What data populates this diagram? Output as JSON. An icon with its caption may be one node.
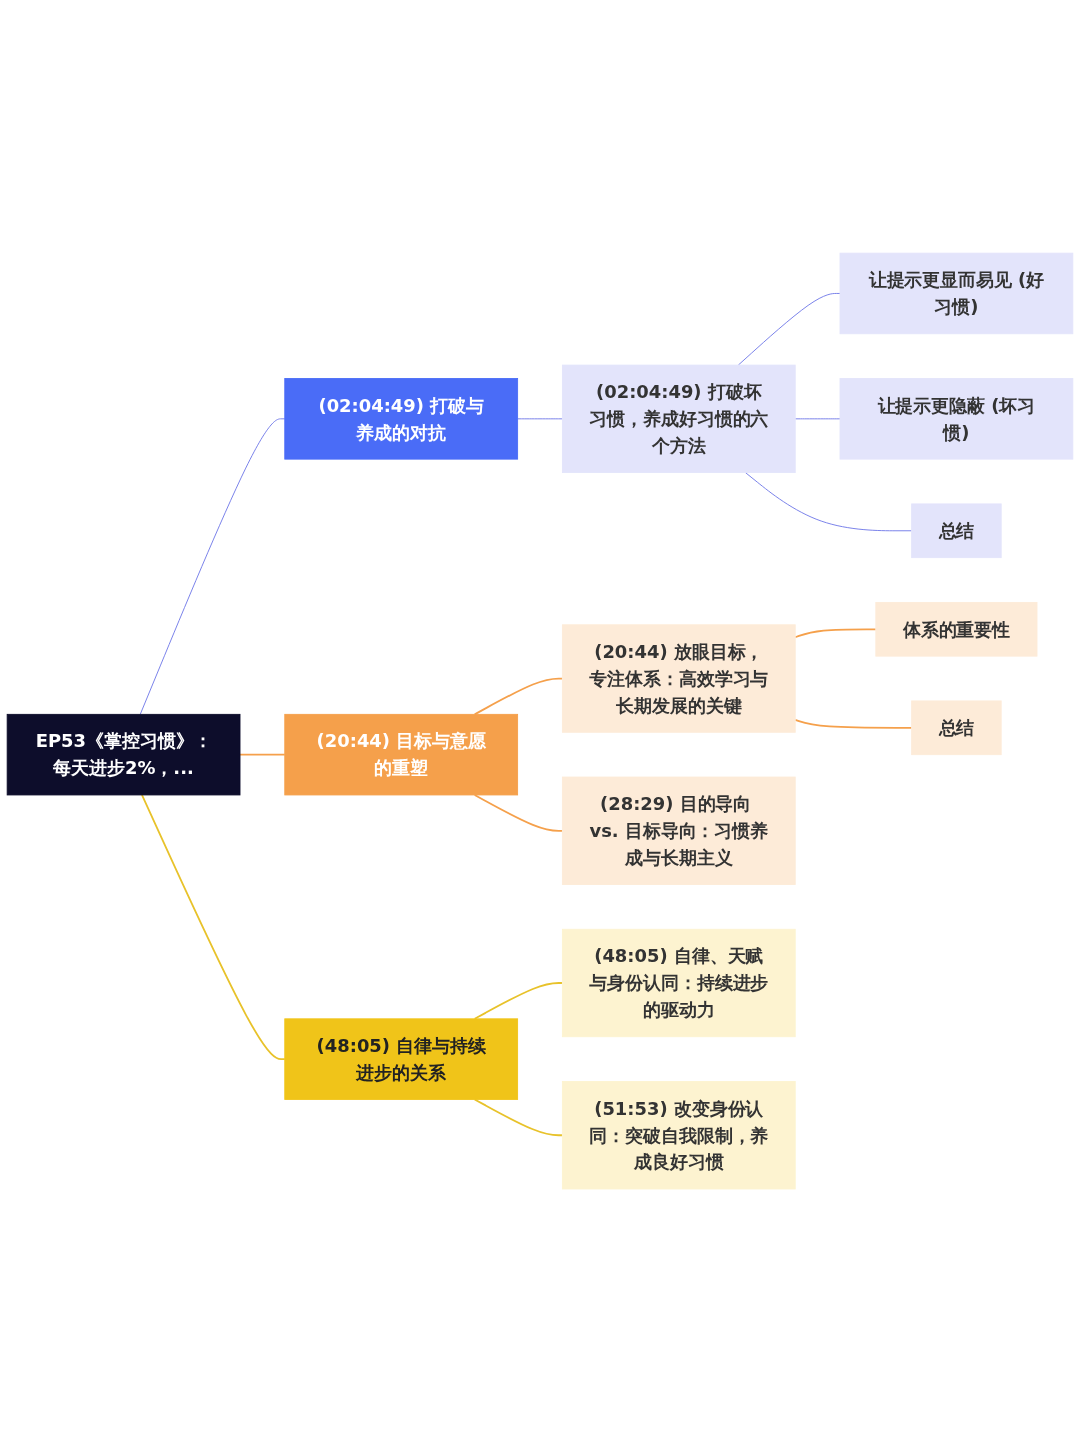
{
  "diagram": {
    "nodes": [
      {
        "text": [
          "EP53《掌控习惯》：每天进步2%，..."
        ]
      },
      {
        "text": [
          "(02:04:49) 打破与养成的对抗"
        ]
      },
      {
        "text": [
          "(02:04:49) 打破坏习惯，养成好习惯的六个方法"
        ]
      },
      {
        "text": [
          "让提示更显而易见 (好习惯)"
        ]
      },
      {
        "text": [
          "让提示更隐蔽 (坏习惯)"
        ]
      },
      {
        "text": [
          "总结"
        ]
      },
      {
        "text": [
          "(20:44) 目标与意愿的重塑"
        ]
      },
      {
        "text": [
          "(20:44) 放眼目标，专注体系：高效学习与长期发展的关键"
        ]
      },
      {
        "text": [
          "体系的重要性"
        ]
      },
      {
        "text": [
          "总结"
        ]
      },
      {
        "text": [
          "(28:29) 目的导向 vs. 目标导向：习惯养成与长期主义"
        ]
      },
      {
        "text": [
          "(48:05) 自律与持续进步的关系"
        ]
      },
      {
        "text": [
          "(48:05) 自律、天赋与身份认同：持续进步的驱动力"
        ]
      },
      {
        "text": [
          "(51:53) 改变身份认同：突破自我限制，养成良好习惯"
        ]
      }
    ],
    "edges": [
      {
        "from": 0,
        "to": 1,
        "arrow": "none"
      },
      {
        "from": 1,
        "to": 2,
        "arrow": "none"
      },
      {
        "from": 2,
        "to": 3,
        "arrow": "none"
      },
      {
        "from": 2,
        "to": 4,
        "arrow": "none"
      },
      {
        "from": 2,
        "to": 5,
        "arrow": "none"
      },
      {
        "from": 0,
        "to": 6,
        "arrow": "none",
        "color": "#f5a04b"
      },
      {
        "from": 6,
        "to": 7,
        "arrow": "none",
        "color": "#f5a04b"
      },
      {
        "from": 7,
        "to": 8,
        "arrow": "none",
        "color": "#f5a04b"
      },
      {
        "from": 7,
        "to": 9,
        "arrow": "none",
        "color": "#f5a04b"
      },
      {
        "from": 6,
        "to": 10,
        "arrow": "none",
        "color": "#f5a04b"
      },
      {
        "from": 0,
        "to": 11,
        "arrow": "none",
        "color": "#e8c22a"
      },
      {
        "from": 11,
        "to": 12,
        "arrow": "none",
        "color": "#e8c22a"
      },
      {
        "from": 11,
        "to": 13,
        "arrow": "none",
        "color": "#e8c22a"
      }
    ]
  }
}
